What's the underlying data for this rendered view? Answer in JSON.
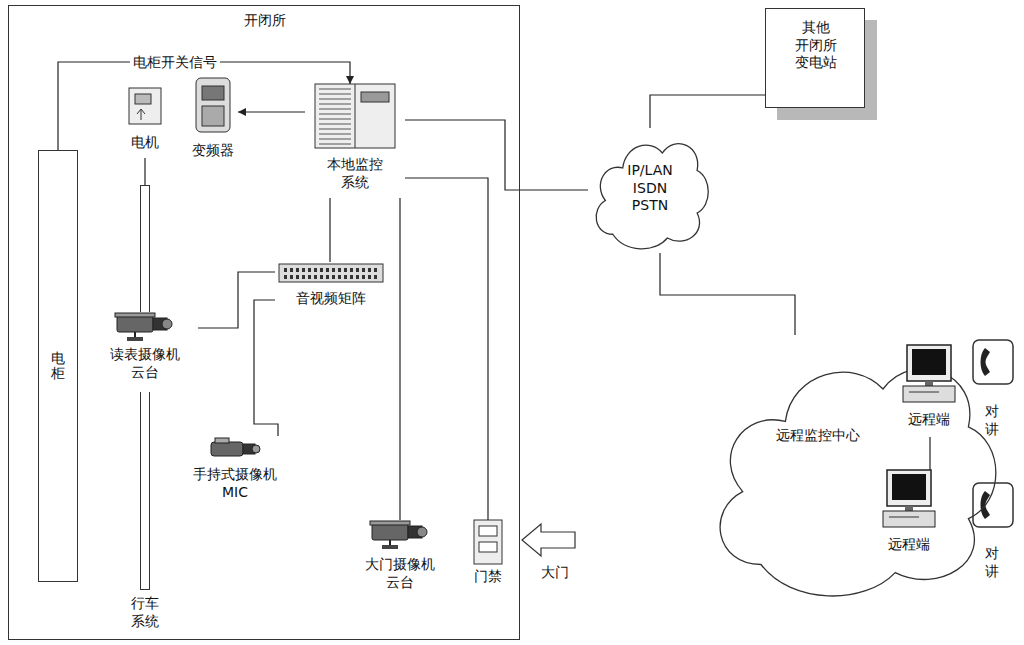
{
  "diagram": {
    "nodes": [
      {
        "text": [
          "开闭所"
        ]
      },
      {
        "text": [
          "电柜"
        ],
        "in": 0
      },
      {
        "text": [
          "电机"
        ],
        "in": 0
      },
      {
        "text": [
          "变频器"
        ],
        "in": 0
      },
      {
        "text": [
          "本地监控 系统"
        ],
        "in": 0
      },
      {
        "text": [
          "行车 系统"
        ],
        "in": 0
      },
      {
        "text": [
          "音视频矩阵"
        ],
        "in": 0
      },
      {
        "text": [
          "读表摄像机 云台"
        ],
        "in": 0
      },
      {
        "text": [
          "手持式摄像机 MIC"
        ],
        "in": 0
      },
      {
        "text": [
          "大门摄像机 云台"
        ],
        "in": 0
      },
      {
        "text": [
          "门禁"
        ],
        "in": 0
      },
      {
        "text": [
          "其他 开闭所 变电站"
        ]
      },
      {
        "text": [
          "IP/LAN ISDN PSTN"
        ]
      },
      {
        "text": [
          "远程监控中心"
        ]
      },
      {
        "text": [
          "远程端"
        ],
        "in": 13
      },
      {
        "text": [
          "远程端"
        ],
        "in": 13
      }
    ],
    "edges": [
      {
        "from": 1,
        "to": 4,
        "label": "电柜开关信号",
        "arrow": "to"
      },
      {
        "from": 4,
        "to": 3,
        "arrow": "to"
      },
      {
        "from": 2,
        "to": 5,
        "arrow": "none"
      },
      {
        "from": 7,
        "to": 6,
        "arrow": "none"
      },
      {
        "from": 8,
        "to": 6,
        "arrow": "none"
      },
      {
        "from": 4,
        "to": 6,
        "arrow": "none"
      },
      {
        "from": 4,
        "to": 9,
        "arrow": "none"
      },
      {
        "from": 4,
        "to": 10,
        "arrow": "none"
      },
      {
        "from": 4,
        "to": 12,
        "arrow": "none"
      },
      {
        "from": 11,
        "to": 12,
        "arrow": "none"
      },
      {
        "from": 12,
        "to": 13,
        "arrow": "none"
      },
      {
        "from": 14,
        "to": 15,
        "arrow": "none"
      }
    ],
    "labels": [
      "大门",
      "对讲",
      "对讲"
    ]
  }
}
